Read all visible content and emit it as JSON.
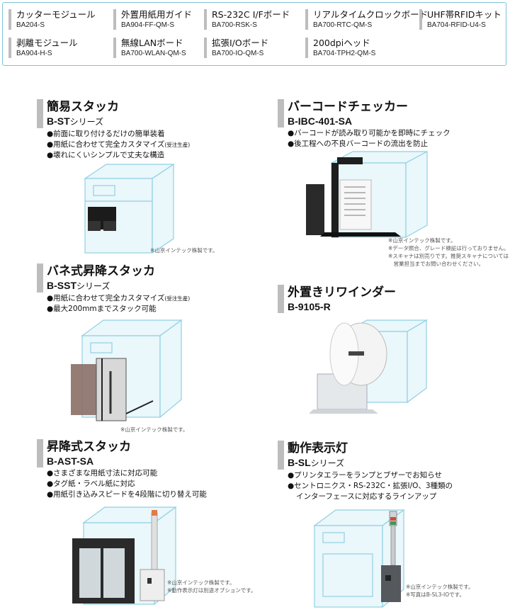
{
  "options": [
    {
      "name": "カッターモジュール",
      "code": "BA204-S"
    },
    {
      "name": "外置用紙用ガイド",
      "code": "BA904-FF-QM-S"
    },
    {
      "name": "RS-232C I/Fボード",
      "code": "BA700-RSK-S"
    },
    {
      "name": "リアルタイムクロックボード",
      "code": "BA700-RTC-QM-S"
    },
    {
      "name": "UHF帯RFIDキット",
      "code": "BA704-RFID-U4-S"
    },
    {
      "name": "剥離モジュール",
      "code": "BA904-H-S"
    },
    {
      "name": "無線LANボード",
      "code": "BA700-WLAN-QM-S"
    },
    {
      "name": "拡張I/Oボード",
      "code": "BA700-IO-QM-S"
    },
    {
      "name": "200dpiヘッド",
      "code": "BA704-TPH2-QM-S"
    }
  ],
  "sections": {
    "bst": {
      "title": "簡易スタッカ",
      "model": "B-ST",
      "model_suffix": "シリーズ",
      "bullets": [
        "●前面に取り付けるだけの簡単装着",
        "●用紙に合わせて完全カスタマイズ",
        "●壊れにくいシンプルで丈夫な構造"
      ],
      "bullet_note": "(受注生産)",
      "notes": [
        "※山京インテック株製です。"
      ]
    },
    "ibc": {
      "title": "バーコードチェッカー",
      "model": "B-IBC-401-SA",
      "bullets": [
        "●バーコードが読み取り可能かを即時にチェック",
        "●後工程への不良バーコードの流出を防止"
      ],
      "notes": [
        "※山京インテック株製です。",
        "※データ照合、グレード検証は行っておりません。",
        "※スキャナは別売りです。推奨スキャナについては",
        "　営業担当までお問い合わせください。"
      ]
    },
    "sst": {
      "title": "バネ式昇降スタッカ",
      "model": "B-SST",
      "model_suffix": "シリーズ",
      "bullets": [
        "●用紙に合わせて完全カスタマイズ",
        "●最大200mmまでスタック可能"
      ],
      "bullet_note": "(受注生産)",
      "notes": [
        "※山京インテック株製です。"
      ]
    },
    "rewinder": {
      "title": "外置きリワインダー",
      "model": "B-9105-R"
    },
    "ast": {
      "title": "昇降式スタッカ",
      "model": "B-AST-SA",
      "bullets": [
        "●さまざまな用紙寸法に対応可能",
        "●タグ紙・ラベル紙に対応",
        "●用紙引き込みスピードを4段階に切り替え可能"
      ],
      "notes": [
        "※山京インテック株製です。",
        "※動作表示灯は別途オプションです。"
      ]
    },
    "sl": {
      "title": "動作表示灯",
      "model": "B-SL",
      "model_suffix": "シリーズ",
      "bullets": [
        "●プリンタエラーをランプとブザーでお知らせ",
        "●セントロニクス・RS-232C・拡張I/O、3種類の"
      ],
      "bullet_cont": "インターフェースに対応するラインアップ",
      "notes": [
        "※山京インテック株製です。",
        "※写真はB-SL3-IOです。"
      ]
    }
  },
  "colors": {
    "frame": "#7fc3d9",
    "printer_outline": "#8fd0e2",
    "accent_bar": "#bdbdbd"
  }
}
